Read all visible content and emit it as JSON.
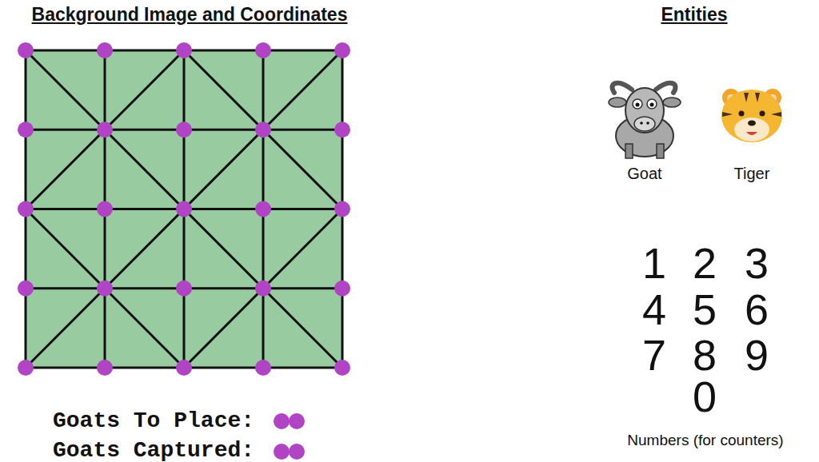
{
  "diagram": {
    "labels": [
      "Background Image and Coordinates",
      "Entities",
      "Goat",
      "Tiger",
      "1",
      "2",
      "3",
      "4",
      "5",
      "6",
      "7",
      "8",
      "9",
      "0",
      "Numbers (for counters)",
      "Goats To Place:",
      "Goats Captured:"
    ]
  }
}
